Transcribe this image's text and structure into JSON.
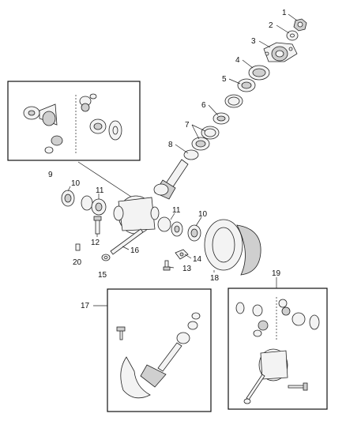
{
  "diagram": {
    "callouts": {
      "n1": "1",
      "n2": "2",
      "n3": "3",
      "n4": "4",
      "n5": "5",
      "n6": "6",
      "n7": "7",
      "n8": "8",
      "n9": "9",
      "n10a": "10",
      "n10b": "10",
      "n11a": "11",
      "n11b": "11",
      "n12": "12",
      "n13": "13",
      "n14": "14",
      "n15": "15",
      "n16": "16",
      "n17": "17",
      "n18": "18",
      "n19": "19",
      "n20": "20"
    }
  }
}
